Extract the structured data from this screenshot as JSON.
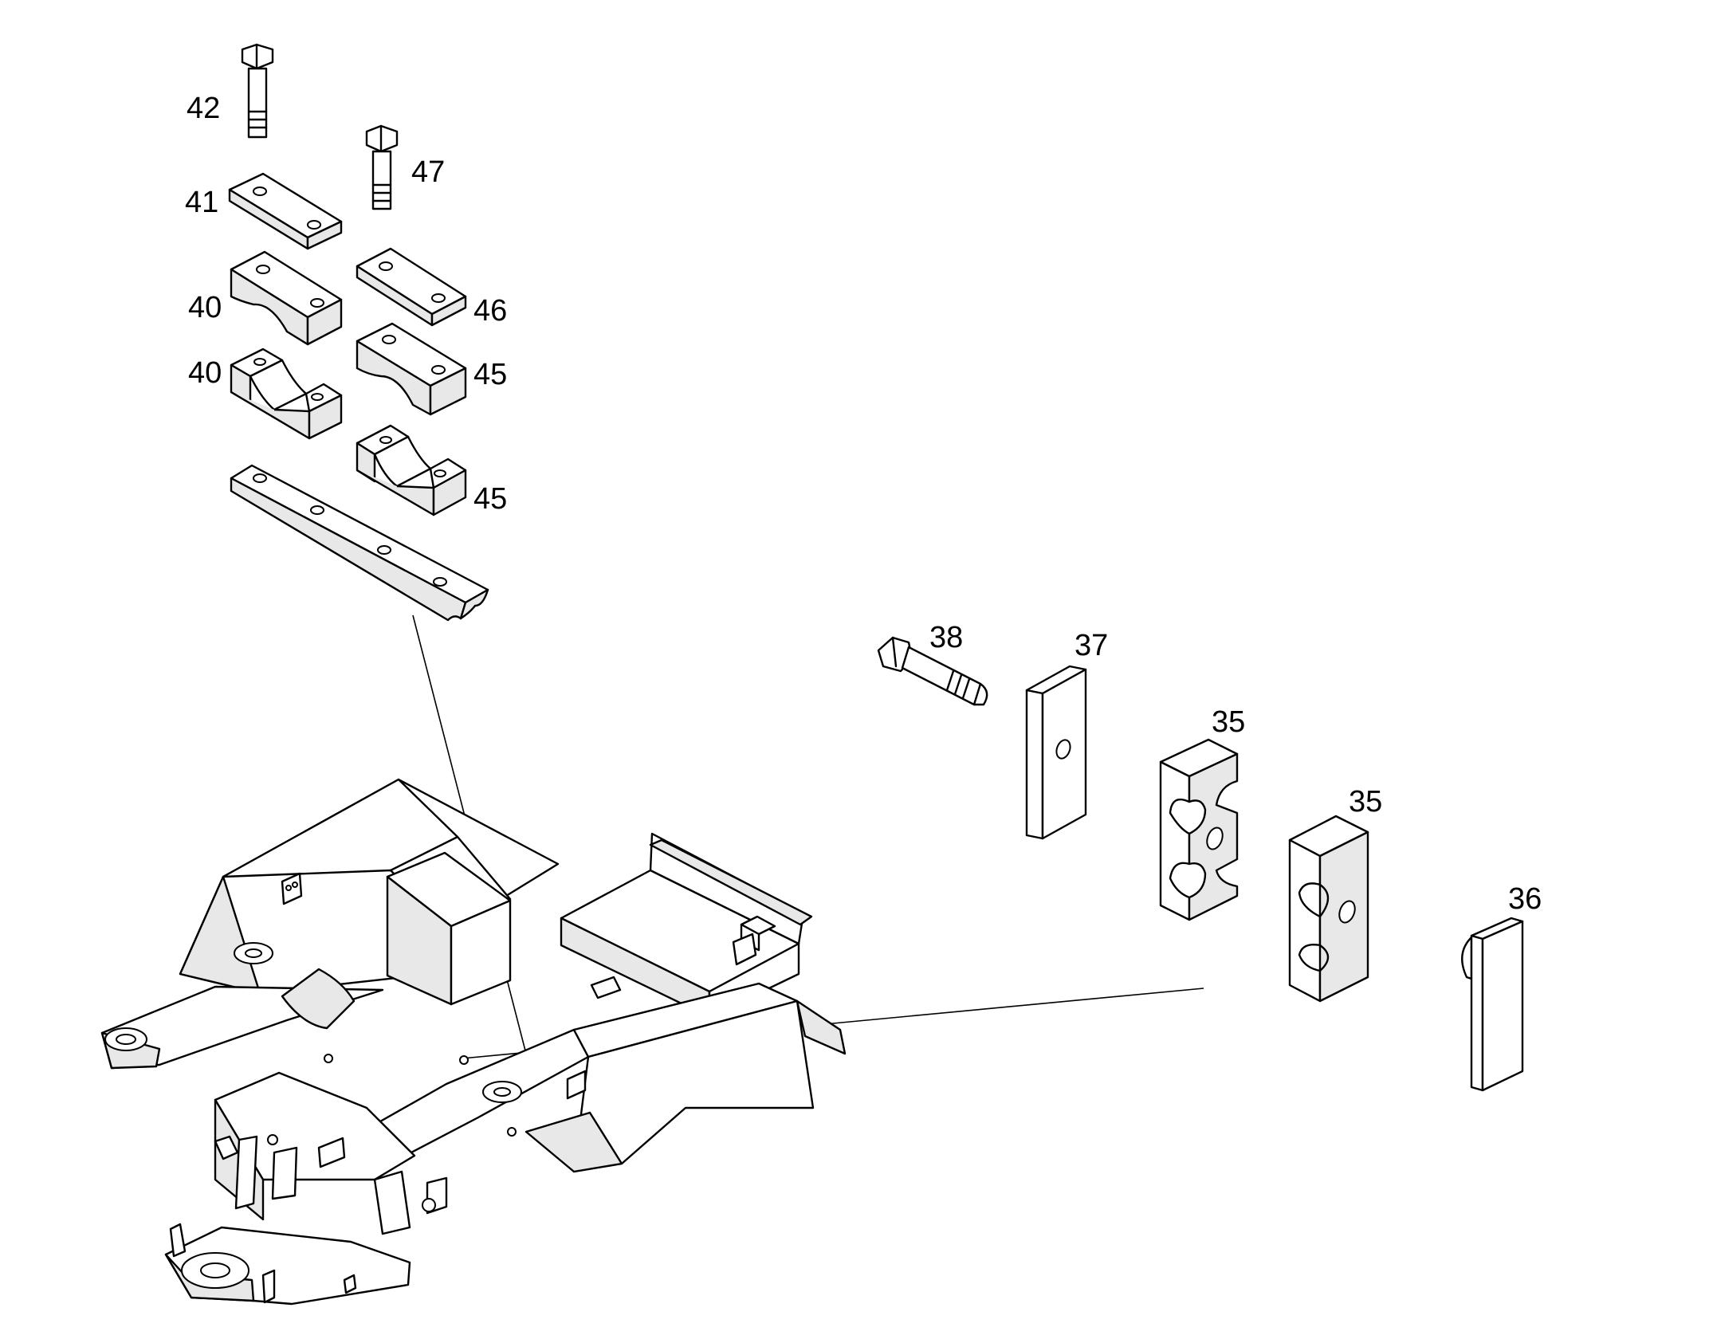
{
  "diagram": {
    "callouts": [
      {
        "id": "c42",
        "text": "42"
      },
      {
        "id": "c47",
        "text": "47"
      },
      {
        "id": "c41",
        "text": "41"
      },
      {
        "id": "c40a",
        "text": "40"
      },
      {
        "id": "c46",
        "text": "46"
      },
      {
        "id": "c40b",
        "text": "40"
      },
      {
        "id": "c45a",
        "text": "45"
      },
      {
        "id": "c45b",
        "text": "45"
      },
      {
        "id": "c38",
        "text": "38"
      },
      {
        "id": "c37",
        "text": "37"
      },
      {
        "id": "c35a",
        "text": "35"
      },
      {
        "id": "c35b",
        "text": "35"
      },
      {
        "id": "c36",
        "text": "36"
      }
    ]
  }
}
